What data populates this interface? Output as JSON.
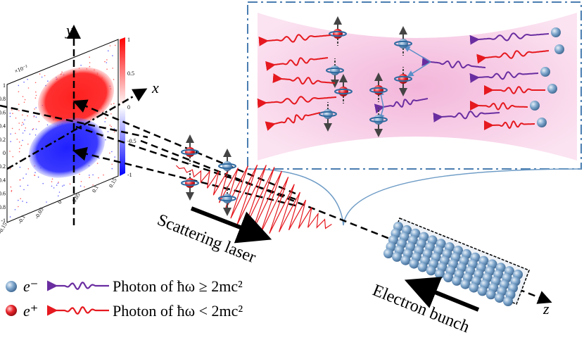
{
  "axes": {
    "x_label": "x",
    "y_label": "y",
    "z_label": "z",
    "scale_note": "×10⁻²"
  },
  "colorbar": {
    "ticks": [
      "1",
      "0.5",
      "0",
      "-0.5",
      "-1"
    ]
  },
  "density_plot": {
    "x_ticks": [
      "-0.15",
      "-0.1",
      "-0.05",
      "0",
      "0.05",
      "0.1",
      "0.15"
    ],
    "y_ticks": [
      "1",
      "0.8",
      "0.6",
      "0.4",
      "0.2",
      "0",
      "-0.2",
      "-0.4",
      "-0.6",
      "-0.8",
      "-1"
    ]
  },
  "labels": {
    "scattering_laser": "Scattering laser",
    "electron_bunch": "Electron bunch"
  },
  "legend": {
    "electron": "e⁻",
    "positron": "e⁺",
    "photon_high": "Photon of ħω ≥ 2mc²",
    "photon_low": "Photon of ħω < 2mc²"
  },
  "colors": {
    "positron": "#e8232a",
    "electron": "#6f9bc6",
    "photon_high": "#6a2da0",
    "photon_low": "#e5191f",
    "inset_border": "#4a7db0",
    "inset_fill": "#f7c9e4"
  }
}
